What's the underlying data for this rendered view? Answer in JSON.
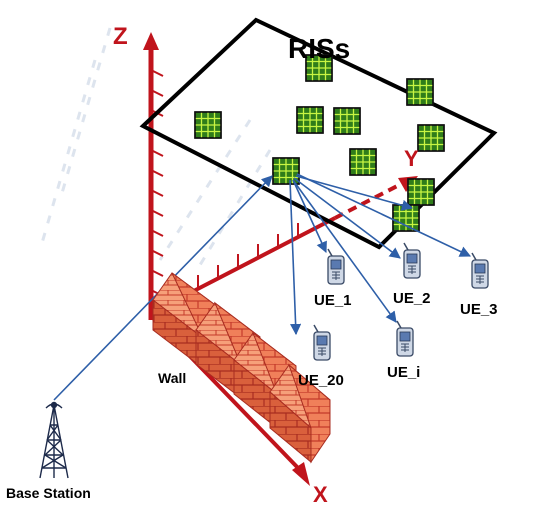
{
  "diagram": {
    "title": "RISs",
    "axes": {
      "z": "Z",
      "y": "Y",
      "x": "X"
    },
    "wall_label": "Wall",
    "base_station_label": "Base Station",
    "users": [
      {
        "id": "ue1",
        "label": "UE_1"
      },
      {
        "id": "ue2",
        "label": "UE_2"
      },
      {
        "id": "ue3",
        "label": "UE_3"
      },
      {
        "id": "uei",
        "label": "UE_i"
      },
      {
        "id": "ue20",
        "label": "UE_20"
      }
    ],
    "colors": {
      "axis": "#c0141c",
      "link": "#2e5fa8",
      "ris_tile": "#2f7d1a",
      "ris_grid": "#c8f542",
      "wall_brick": "#f0805a",
      "wall_mortar": "#c43a2a",
      "plane_stroke": "#000000"
    },
    "icons": [
      "cell-tower-icon",
      "mobile-phone-icon",
      "ris-tile-icon",
      "brick-wall-icon"
    ]
  }
}
